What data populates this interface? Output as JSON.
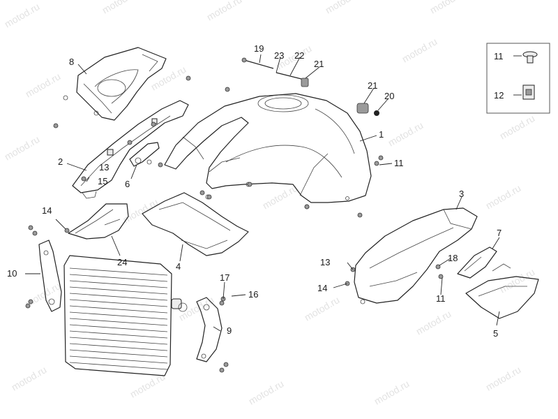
{
  "watermark": "motod.ru",
  "callouts": [
    {
      "id": "c1",
      "text": "1"
    },
    {
      "id": "c2",
      "text": "2"
    },
    {
      "id": "c3",
      "text": "3"
    },
    {
      "id": "c4",
      "text": "4"
    },
    {
      "id": "c5",
      "text": "5"
    },
    {
      "id": "c6",
      "text": "6"
    },
    {
      "id": "c7",
      "text": "7"
    },
    {
      "id": "c8",
      "text": "8"
    },
    {
      "id": "c9",
      "text": "9"
    },
    {
      "id": "c10",
      "text": "10"
    },
    {
      "id": "c11a",
      "text": "11"
    },
    {
      "id": "c11b",
      "text": "11"
    },
    {
      "id": "c11c",
      "text": "11"
    },
    {
      "id": "c12",
      "text": "12"
    },
    {
      "id": "c13a",
      "text": "13"
    },
    {
      "id": "c13b",
      "text": "13"
    },
    {
      "id": "c14a",
      "text": "14"
    },
    {
      "id": "c14b",
      "text": "14"
    },
    {
      "id": "c15",
      "text": "15"
    },
    {
      "id": "c16",
      "text": "16"
    },
    {
      "id": "c17",
      "text": "17"
    },
    {
      "id": "c18",
      "text": "18"
    },
    {
      "id": "c19",
      "text": "19"
    },
    {
      "id": "c20",
      "text": "20"
    },
    {
      "id": "c21a",
      "text": "21"
    },
    {
      "id": "c21b",
      "text": "21"
    },
    {
      "id": "c22",
      "text": "22"
    },
    {
      "id": "c23",
      "text": "23"
    },
    {
      "id": "c24",
      "text": "24"
    }
  ]
}
